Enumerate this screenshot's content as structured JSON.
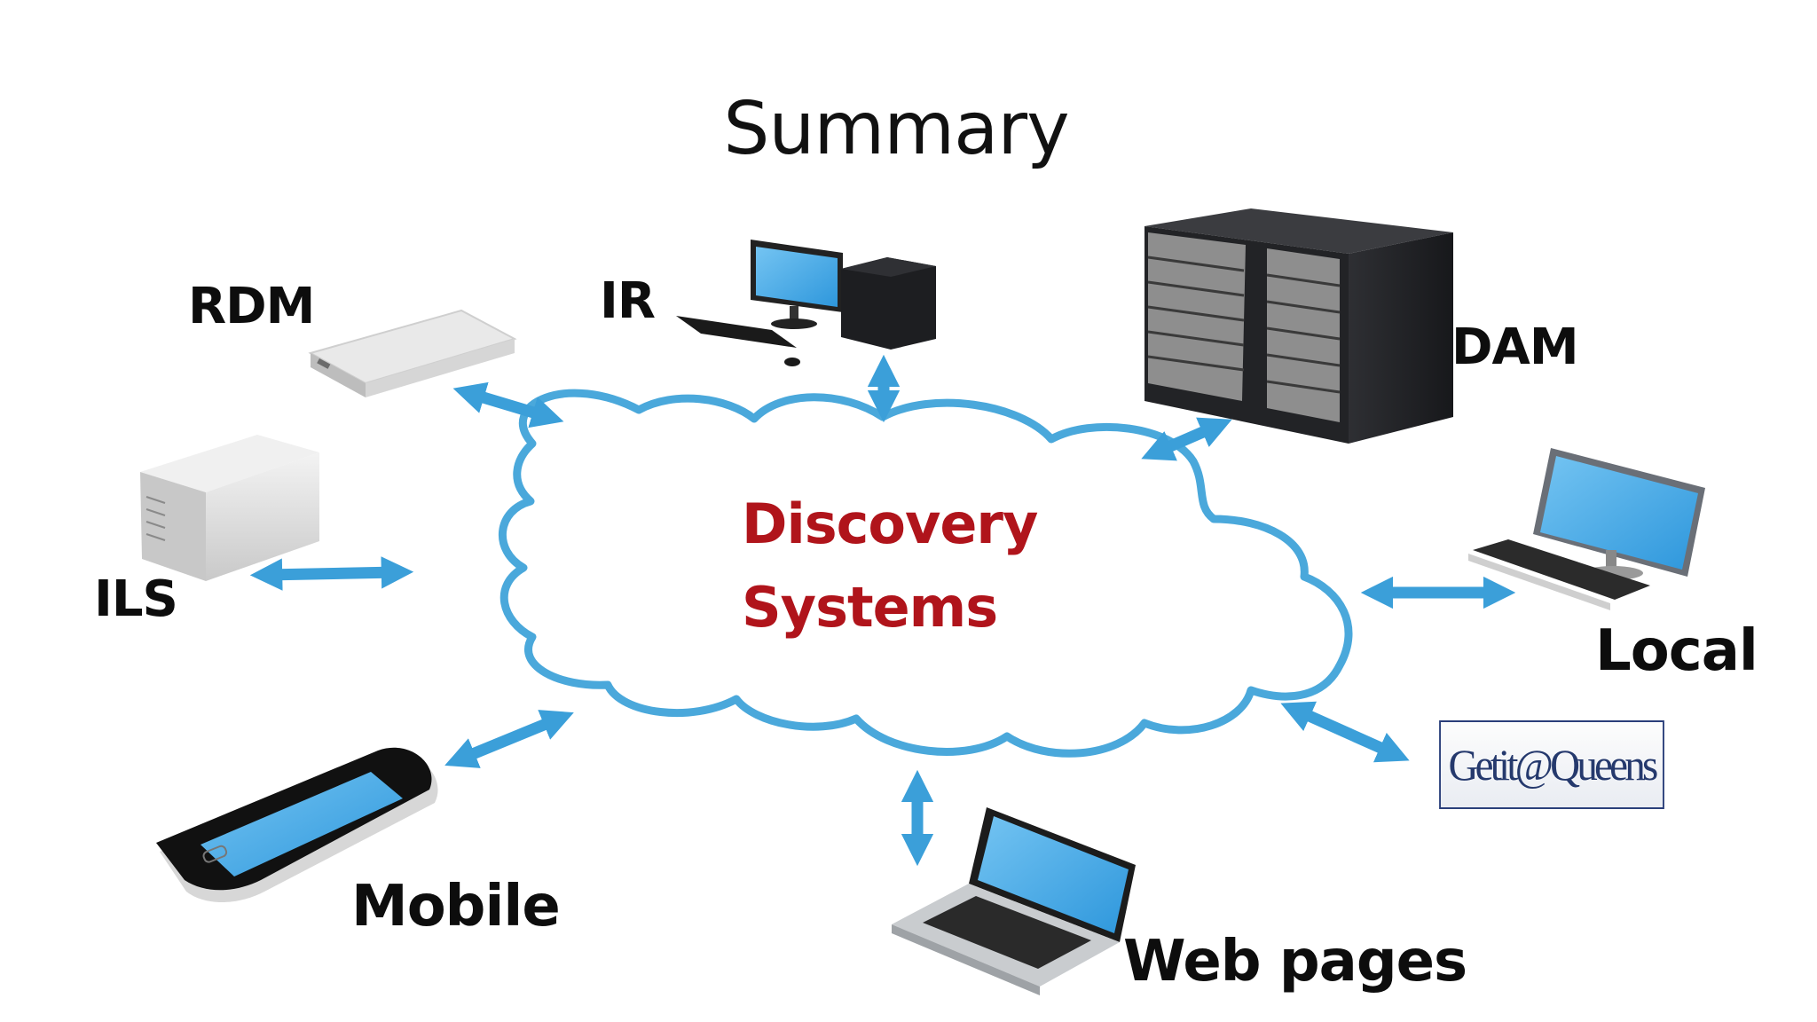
{
  "title": "Summary",
  "center": {
    "line1": "Discovery",
    "line2": "Systems"
  },
  "nodes": {
    "rdm": "RDM",
    "ir": "IR",
    "dam": "DAM",
    "ils": "ILS",
    "local": "Local",
    "mobile": "Mobile",
    "web_pages": "Web pages",
    "getit_logo": "Getit@Queens"
  },
  "colors": {
    "arrow": "#3b9fd9",
    "cloud_outline": "#4aa8db",
    "screen": "#3fa9e8",
    "center_text": "#b0141b",
    "logo_text": "#25396d"
  },
  "icons": [
    "server-appliance-icon",
    "desktop-computer-icon",
    "server-rack-icon",
    "tower-server-icon",
    "monitor-keyboard-icon",
    "smartphone-icon",
    "laptop-icon"
  ]
}
